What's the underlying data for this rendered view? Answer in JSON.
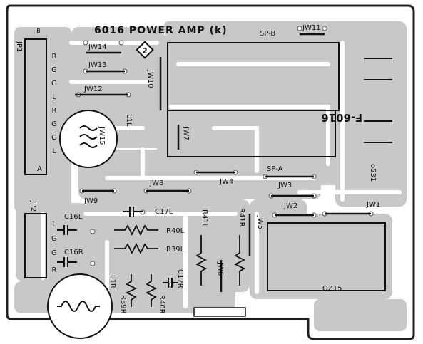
{
  "colors": {
    "background": "#ffffff",
    "copper": "#c8c8c8",
    "ink": "#111111",
    "outline": "#202020"
  },
  "board": {
    "title": "6016 POWER AMP (k)",
    "revision_mark": "2",
    "mirrored_title": "F-6016",
    "mirrored_code": "o531"
  },
  "connectors": {
    "jp1": "JP1",
    "jp1_pins": [
      "B",
      "R",
      "G",
      "G",
      "L",
      "R",
      "G",
      "G",
      "L"
    ],
    "jp1_end": "A",
    "jp2": "JP2",
    "jp2_pins": [
      "L",
      "G",
      "G",
      "R"
    ]
  },
  "jumpers": {
    "jw14": "JW14",
    "jw13": "JW13",
    "jw12": "JW12",
    "jw10": "JW10",
    "jw11": "JW11",
    "jw15": "JW15",
    "jw7": "JW7",
    "jw8": "JW8",
    "jw9": "JW9",
    "jw4": "JW4",
    "jw3": "JW3",
    "jw2": "JW2",
    "jw1": "JW1",
    "jw5": "JW5",
    "jw6": "JW6"
  },
  "speakers": {
    "sp_b": "SP-B",
    "sp_a": "SP-A"
  },
  "components": {
    "l1l": "L1L",
    "l1r": "L1R",
    "c16l": "C16L",
    "c16r": "C16R",
    "c17l": "C17L",
    "c17r": "C17R",
    "r40l": "R40L",
    "r39l": "R39L",
    "r41l": "R41L",
    "r41r": "R41R",
    "r39r": "R39R",
    "r40r": "R40R",
    "qz15": "QZ15"
  }
}
